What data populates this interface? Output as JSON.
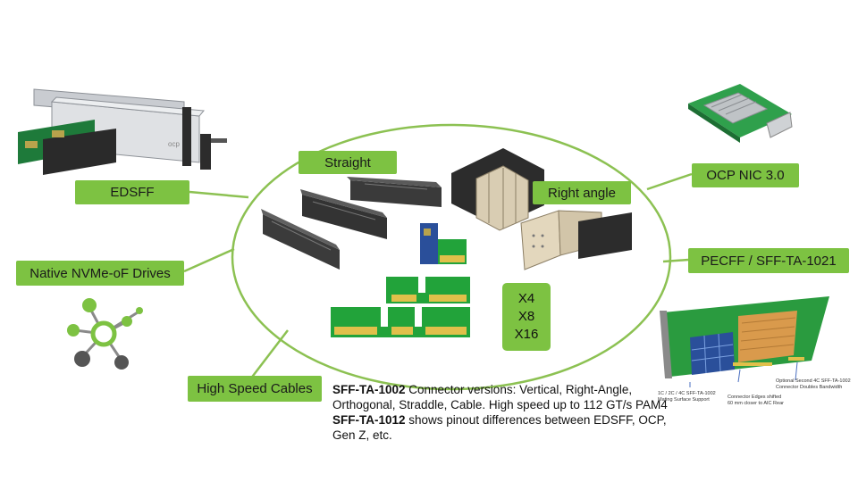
{
  "labels": {
    "edsff": "EDSFF",
    "nvme": "Native NVMe-oF Drives",
    "cables": "High Speed Cables",
    "straight": "Straight",
    "right_angle": "Right angle",
    "ocp": "OCP NIC 3.0",
    "pecff": "PECFF / SFF-TA-1021"
  },
  "widths": [
    "X4",
    "X8",
    "X16"
  ],
  "description": {
    "line1_bold": "SFF-TA-1002",
    "line1_text": " Connector versions: Vertical, Right-Angle, Orthogonal, Straddle, Cable. High speed up to 112 GT/s PAM4",
    "line2_bold": "SFF-TA-1012",
    "line2_text": " shows pinout differences between EDSFF, OCP, Gen Z, etc."
  },
  "pecff_callouts": {
    "mating": "1C / 2C / 4C SFF-TA-1002 Mating Surface Support",
    "edges": "Connector Edges shifted 60 mm closer to AIC Rear",
    "optional": "Optional Second 4C SFF-TA-1002 Connector Doubles Bandwidth"
  },
  "colors": {
    "accent": "#7dc242",
    "line": "#8cc152",
    "pcb": "#22a33a"
  }
}
